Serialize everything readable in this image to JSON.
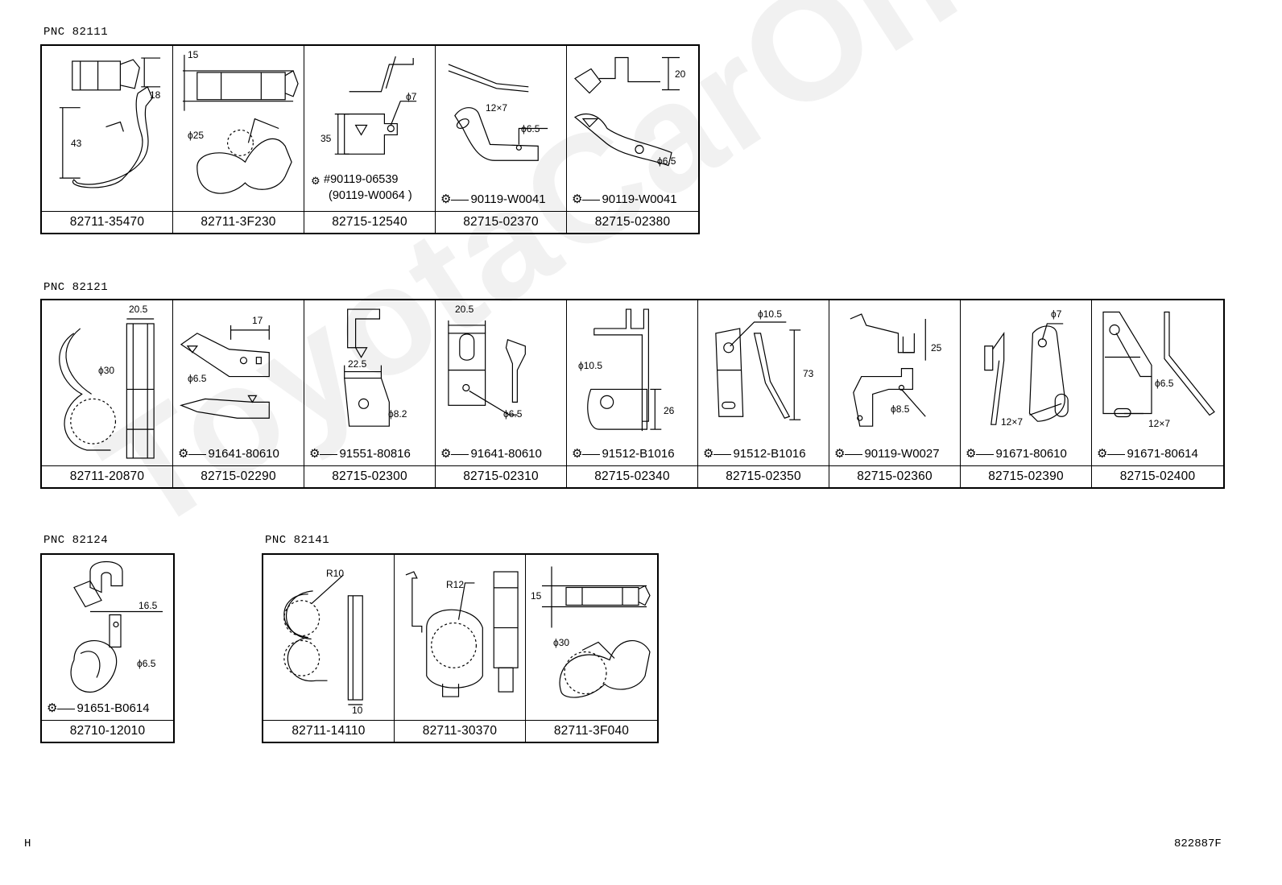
{
  "watermark": "ToyotaCarOnline.ru",
  "groups": [
    {
      "pnc": "PNC 82111",
      "cells": [
        {
          "part": "82711-35470",
          "dims": [
            "18",
            "43"
          ],
          "bolt": ""
        },
        {
          "part": "82711-3F230",
          "dims": [
            "15",
            "ϕ25"
          ],
          "bolt": ""
        },
        {
          "part": "82715-12540",
          "dims": [
            "ϕ7",
            "35"
          ],
          "bolt": "#90119-06539",
          "bolt2": "(90119-W0064 )"
        },
        {
          "part": "82715-02370",
          "dims": [
            "12×7",
            "ϕ6.5"
          ],
          "bolt": "90119-W0041"
        },
        {
          "part": "82715-02380",
          "dims": [
            "20",
            "ϕ6.5"
          ],
          "bolt": "90119-W0041"
        }
      ]
    },
    {
      "pnc": "PNC 82121",
      "cells": [
        {
          "part": "82711-20870",
          "dims": [
            "20.5",
            "ϕ30"
          ],
          "bolt": ""
        },
        {
          "part": "82715-02290",
          "dims": [
            "17",
            "ϕ6.5"
          ],
          "bolt": "91641-80610"
        },
        {
          "part": "82715-02300",
          "dims": [
            "22.5",
            "ϕ8.2"
          ],
          "bolt": "91551-80816"
        },
        {
          "part": "82715-02310",
          "dims": [
            "20.5",
            "ϕ6.5"
          ],
          "bolt": "91641-80610"
        },
        {
          "part": "82715-02340",
          "dims": [
            "ϕ10.5",
            "26"
          ],
          "bolt": "91512-B1016"
        },
        {
          "part": "82715-02350",
          "dims": [
            "ϕ10.5",
            "73"
          ],
          "bolt": "91512-B1016"
        },
        {
          "part": "82715-02360",
          "dims": [
            "25",
            "ϕ8.5"
          ],
          "bolt": "90119-W0027"
        },
        {
          "part": "82715-02390",
          "dims": [
            "ϕ7",
            "12×7"
          ],
          "bolt": "91671-80610"
        },
        {
          "part": "82715-02400",
          "dims": [
            "ϕ6.5",
            "12×7"
          ],
          "bolt": "91671-80614"
        }
      ]
    },
    {
      "pnc": "PNC 82124",
      "cells": [
        {
          "part": "82710-12010",
          "dims": [
            "16.5",
            "ϕ6.5"
          ],
          "bolt": "91651-B0614"
        }
      ]
    },
    {
      "pnc": "PNC 82141",
      "cells": [
        {
          "part": "82711-14110",
          "dims": [
            "R10",
            "10"
          ],
          "bolt": ""
        },
        {
          "part": "82711-30370",
          "dims": [
            "R12",
            ""
          ],
          "bolt": ""
        },
        {
          "part": "82711-3F040",
          "dims": [
            "15",
            "ϕ30"
          ],
          "bolt": ""
        }
      ]
    }
  ],
  "footer": {
    "left": "H",
    "right": "822887F"
  }
}
